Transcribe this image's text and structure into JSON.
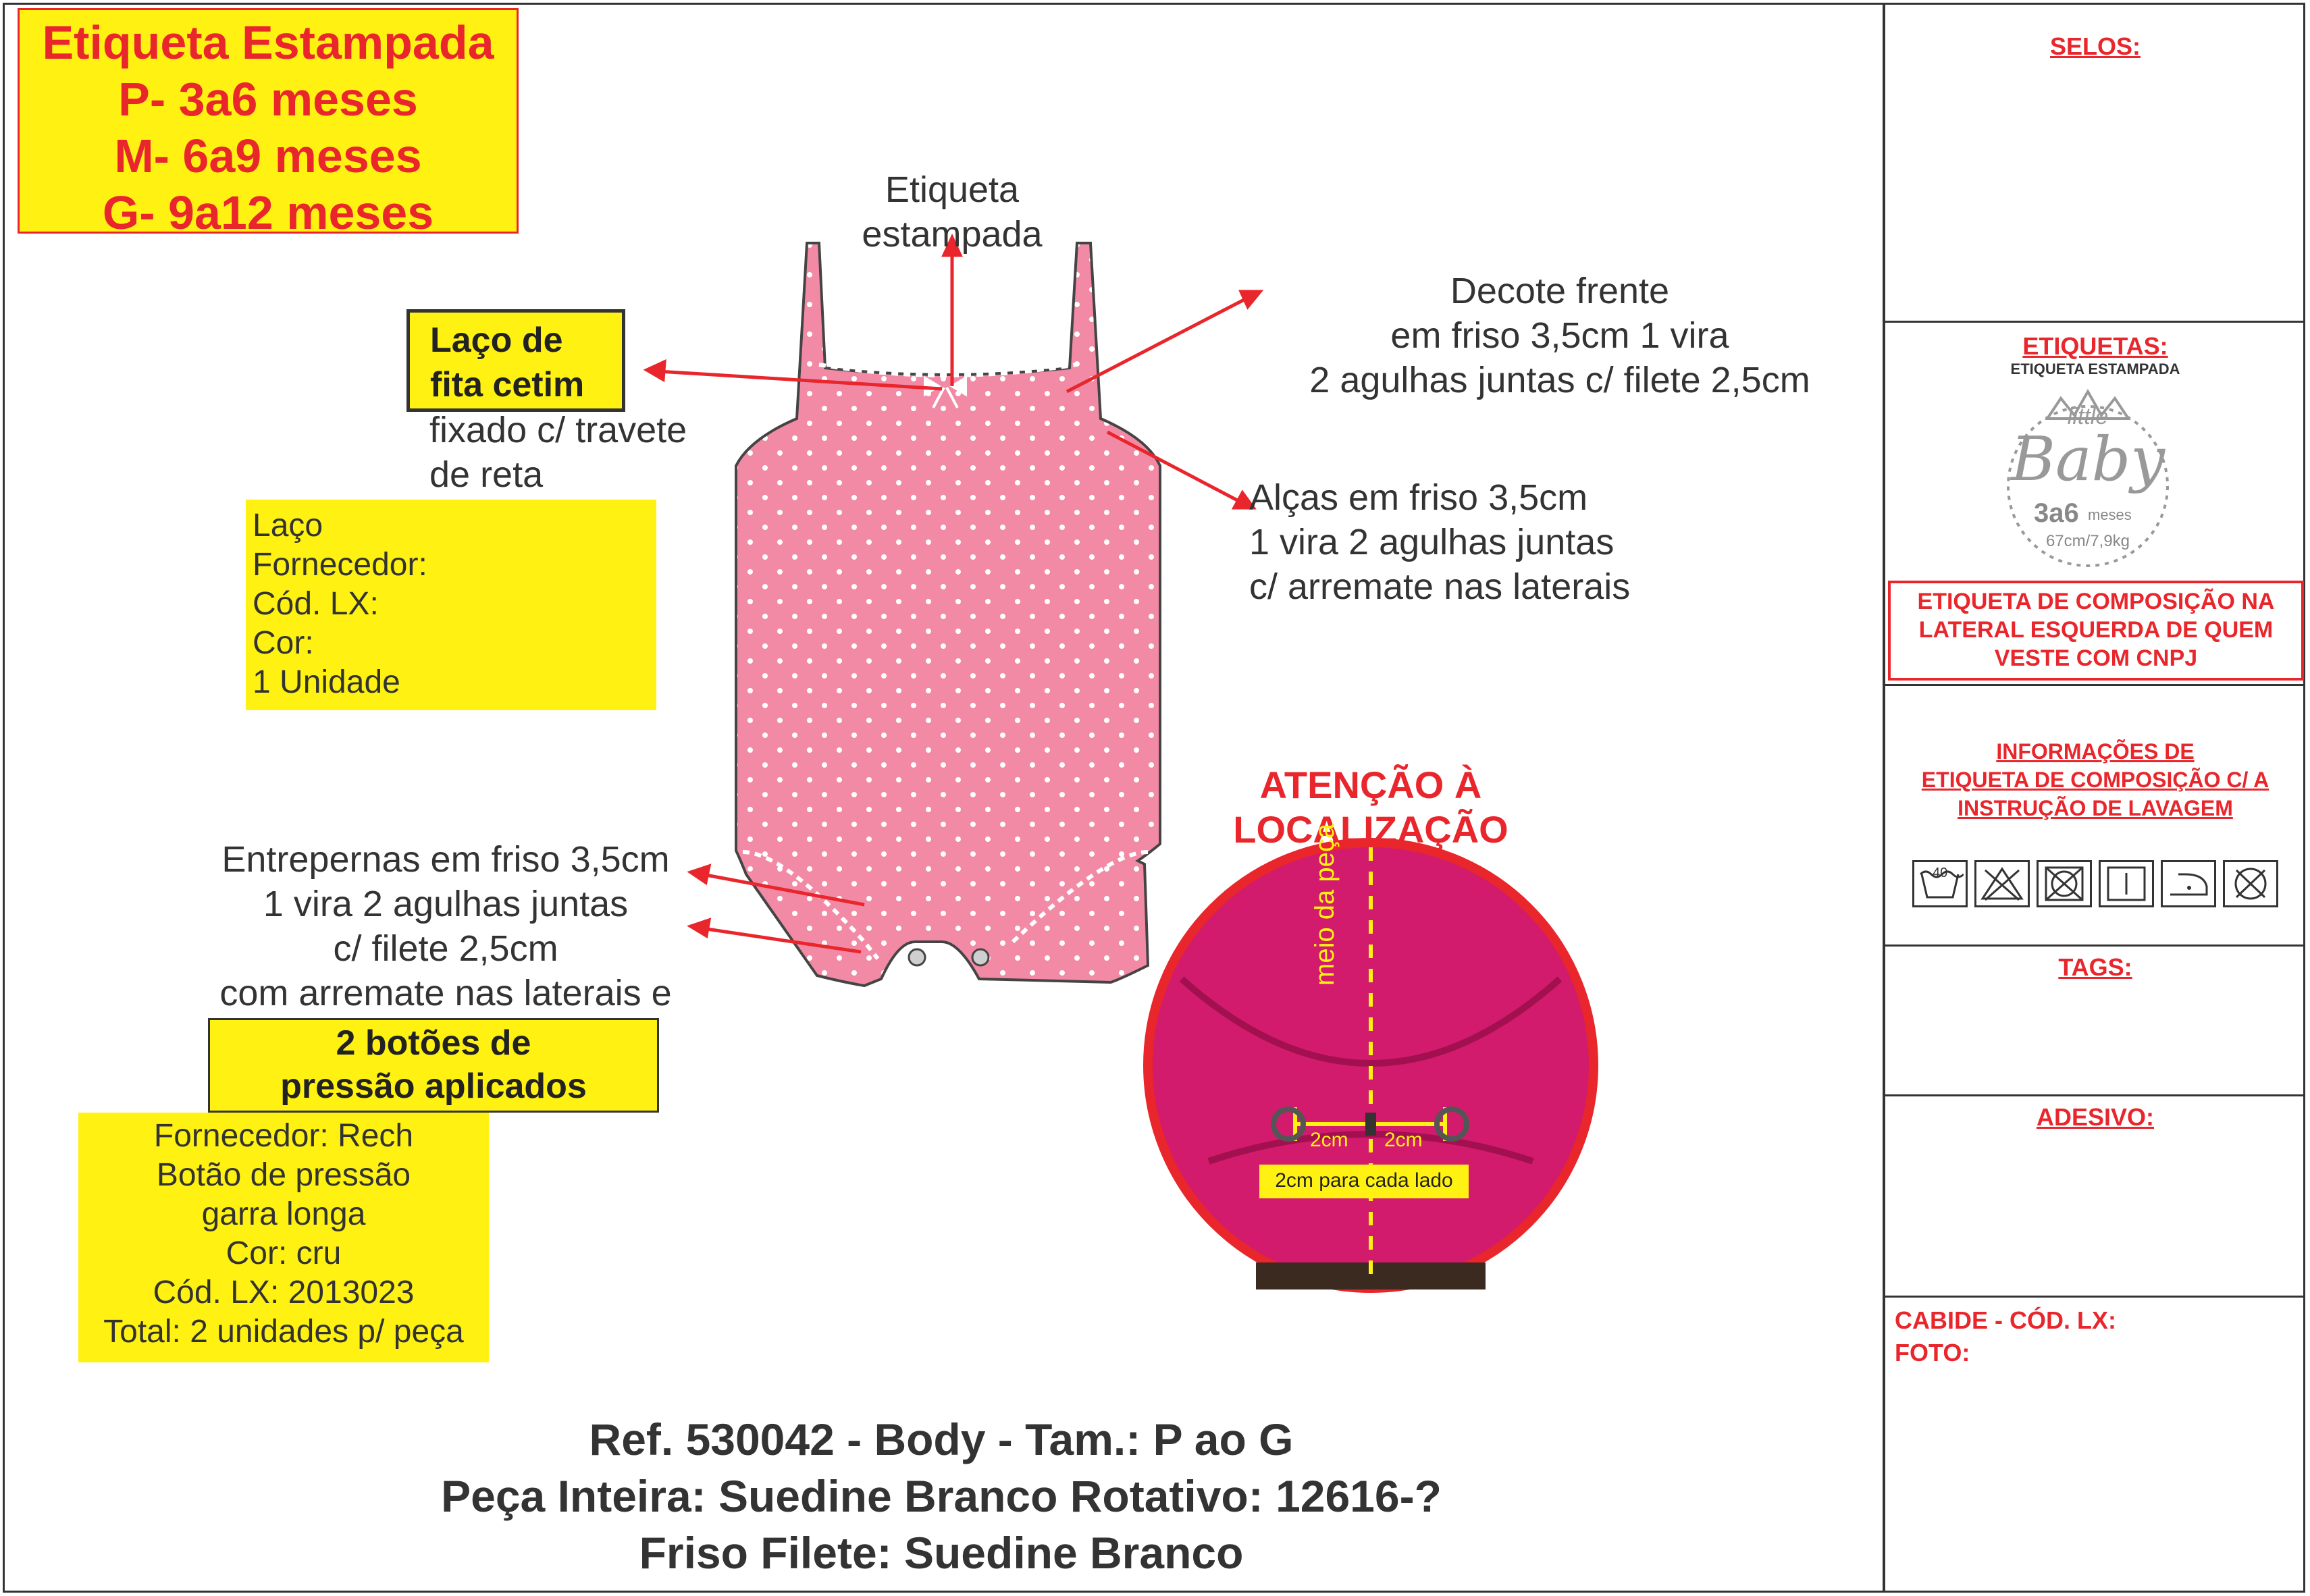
{
  "sizes": {
    "title": "Etiqueta Estampada",
    "lines": [
      "P- 3a6 meses",
      "M- 6a9 meses",
      "G- 9a12 meses"
    ]
  },
  "annotations": {
    "label_top": [
      "Etiqueta",
      "estampada"
    ],
    "laco_title": [
      "Laço de",
      "fita cetim"
    ],
    "laco_sub": [
      "fixado c/ travete",
      "de reta"
    ],
    "laco_info": [
      "Laço",
      "Fornecedor:",
      "Cód. LX:",
      "Cor:",
      "1 Unidade"
    ],
    "decote": [
      "Decote frente",
      "em friso 3,5cm 1 vira",
      "2 agulhas juntas c/ filete 2,5cm"
    ],
    "alcas": [
      "Alças em friso 3,5cm",
      "1 vira 2 agulhas juntas",
      "c/ arremate nas laterais"
    ],
    "entrepernas": [
      "Entrepernas em friso 3,5cm",
      "1 vira 2 agulhas juntas",
      "c/ filete 2,5cm",
      "com arremate nas laterais e"
    ],
    "botoes_title": [
      "2 botões de",
      "pressão aplicados"
    ],
    "botoes_info": [
      "Fornecedor: Rech",
      "Botão de pressão",
      "garra longa",
      "Cor: cru",
      "Cód. LX: 2013023",
      "Total: 2 unidades p/ peça"
    ],
    "atencao": [
      "ATENÇÃO À",
      "LOCALIZAÇÃO"
    ],
    "detail_meio": "meio da peça",
    "detail_left": "2cm",
    "detail_right": "2cm",
    "detail_note": "2cm para cada lado"
  },
  "footer": {
    "line1": "Ref. 530042 - Body - Tam.: P ao G",
    "line2": "Peça Inteira: Suedine Branco Rotativo: 12616-?",
    "line3": "Friso Filete: Suedine Branco"
  },
  "sidebar": {
    "selos": "SELOS:",
    "etiquetas": "ETIQUETAS:",
    "etiquetas_sub": "ETIQUETA ESTAMPADA",
    "logo_word1": "little",
    "logo_word2": "Baby",
    "logo_size": "3a6",
    "logo_meses": "meses",
    "logo_measure": "67cm/7,9kg",
    "composicao": [
      "ETIQUETA DE COMPOSIÇÃO NA",
      "LATERAL ESQUERDA DE QUEM",
      "VESTE COM CNPJ"
    ],
    "informacoes": [
      "INFORMAÇÕES DE",
      "ETIQUETA DE COMPOSIÇÃO C/ A",
      "INSTRUÇÃO DE LAVAGEM"
    ],
    "wash_temp": "40",
    "tags": "TAGS:",
    "adesivo": "ADESIVO:",
    "cabide": "CABIDE - CÓD. LX:",
    "foto": "FOTO:"
  },
  "colors": {
    "red": "#e8262c",
    "yellow": "#fff212",
    "garment_pink": "#f28aa6",
    "detail_pink": "#d21b6c"
  },
  "icons": [
    "wash-40-icon",
    "no-bleach-icon",
    "no-tumble-dry-icon",
    "line-dry-icon",
    "iron-low-icon",
    "no-dry-clean-icon"
  ]
}
